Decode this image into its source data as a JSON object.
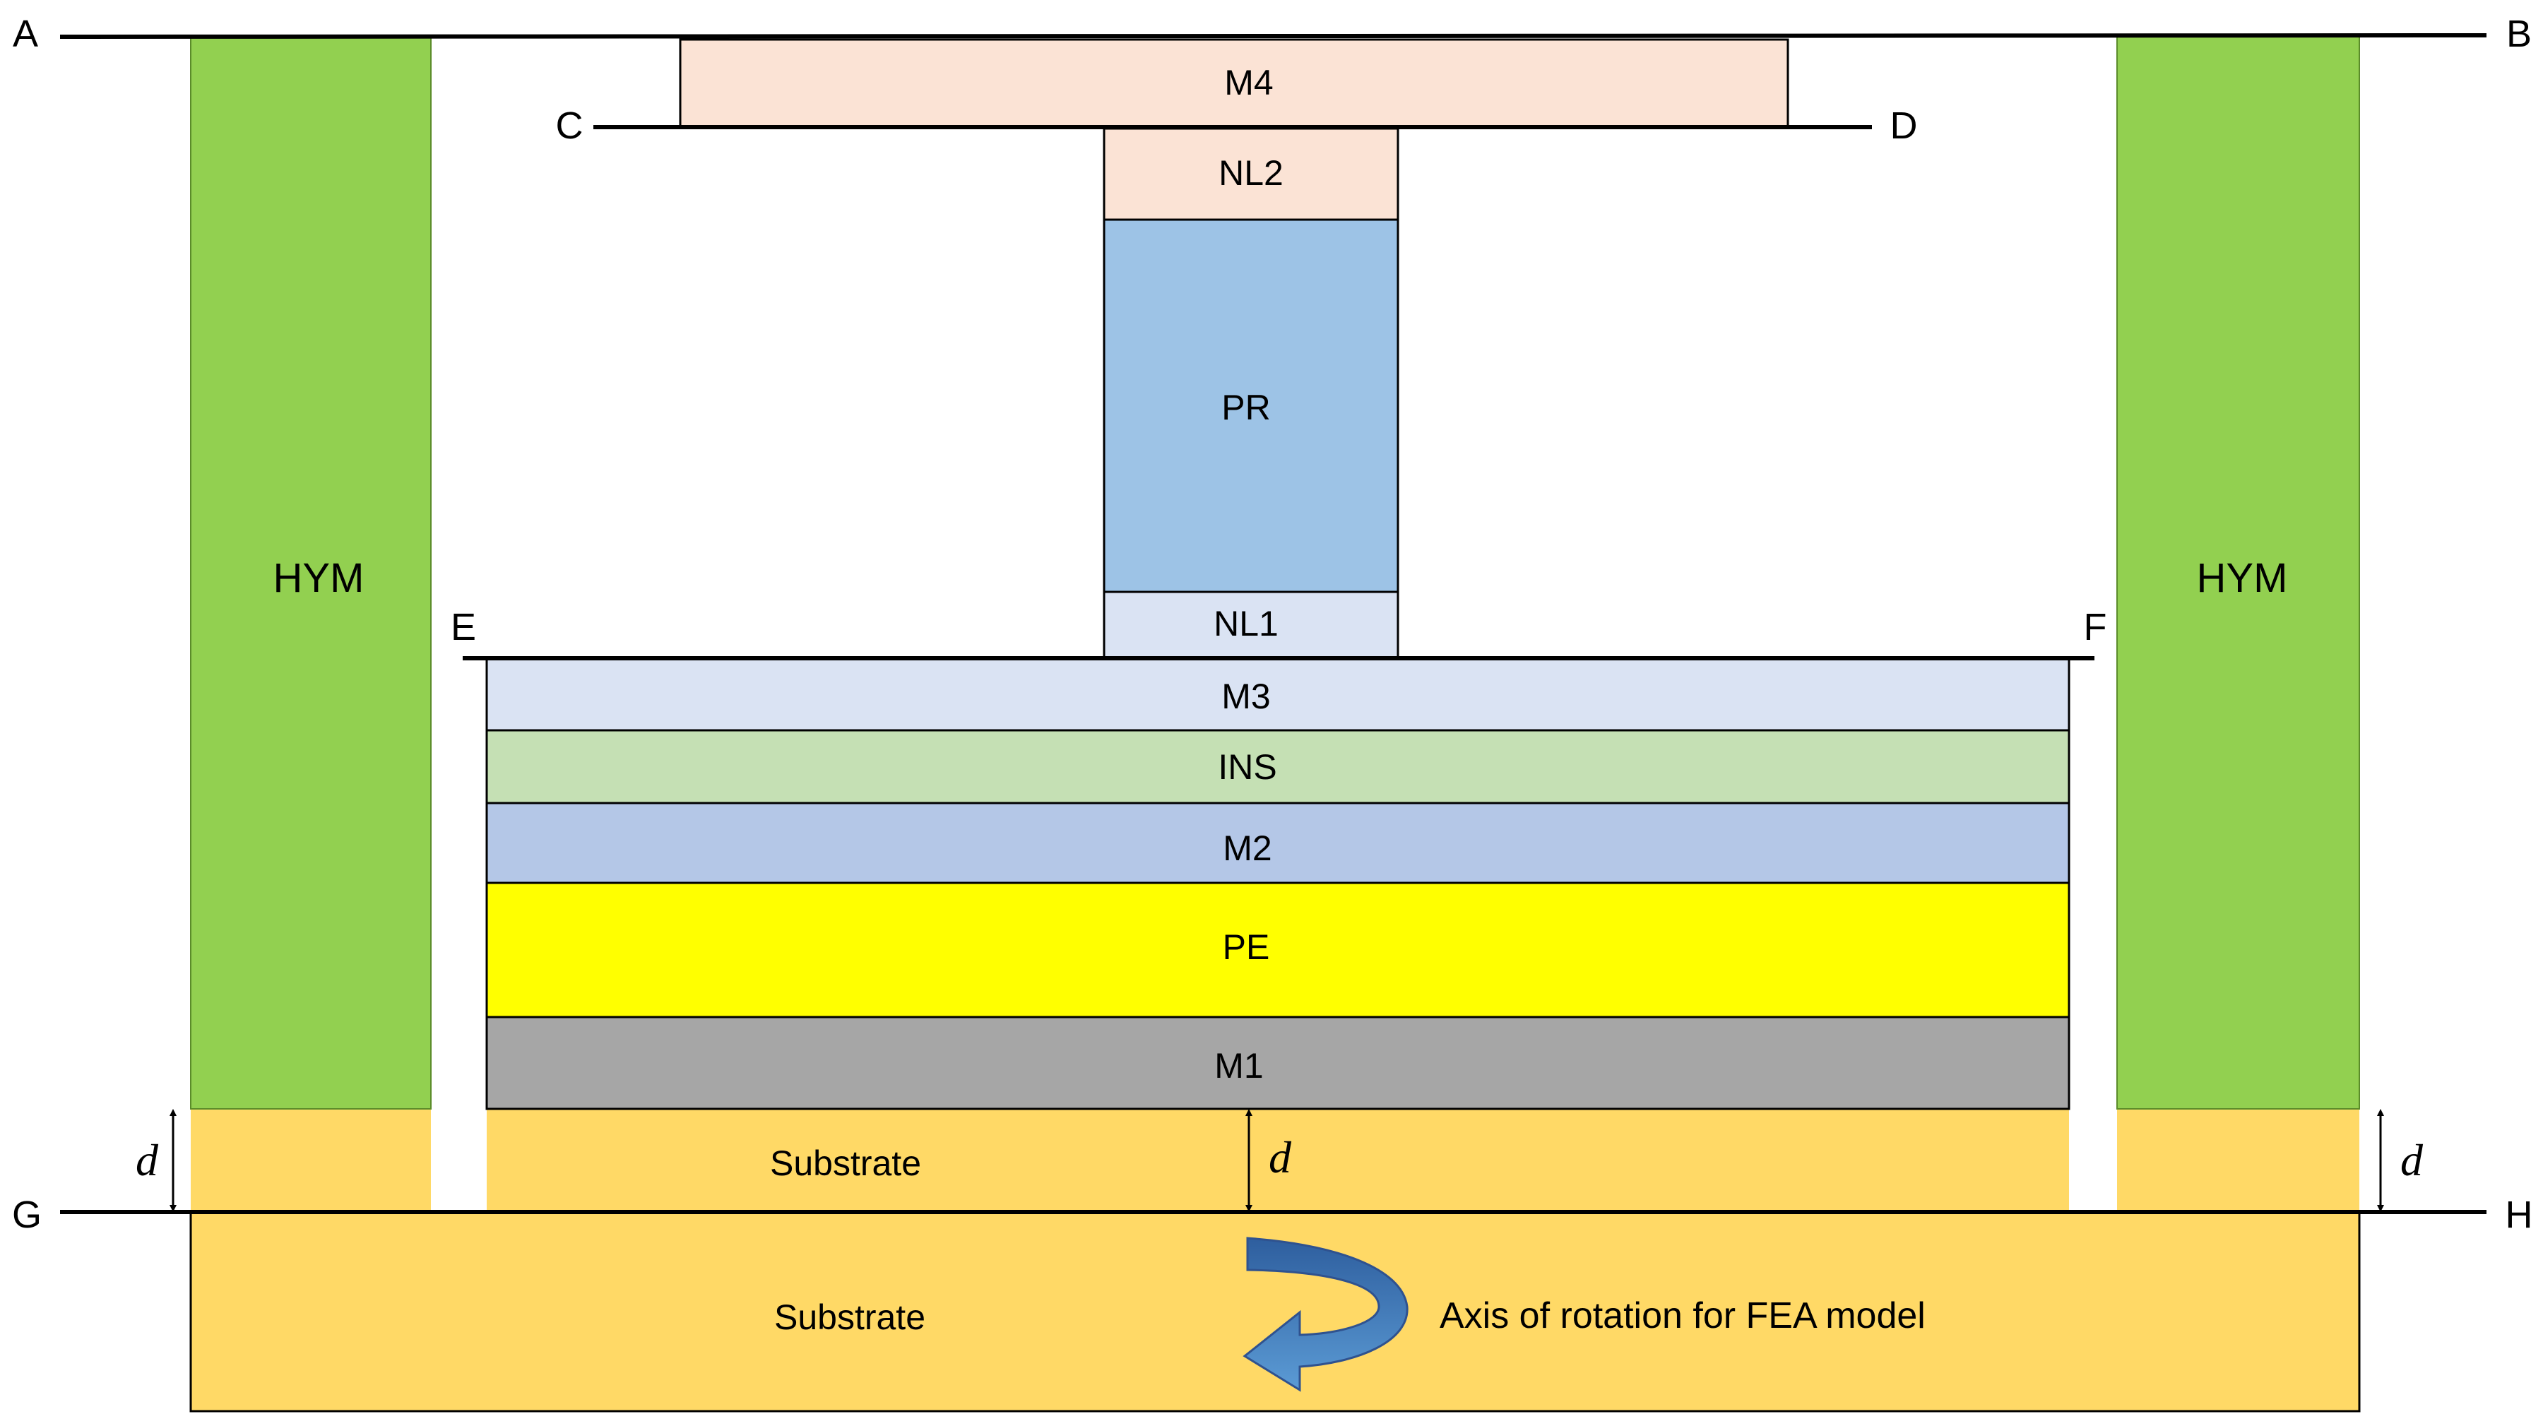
{
  "diagram": {
    "layers": {
      "m4": {
        "label": "M4",
        "color": "#FBE3D5"
      },
      "nl2": {
        "label": "NL2",
        "color": "#FBE3D5"
      },
      "pr": {
        "label": "PR",
        "color": "#9DC3E6"
      },
      "nl1": {
        "label": "NL1",
        "color": "#DAE3F3"
      },
      "m3": {
        "label": "M3",
        "color": "#DAE3F3"
      },
      "ins": {
        "label": "INS",
        "color": "#C5E0B4"
      },
      "m2": {
        "label": "M2",
        "color": "#B4C7E7"
      },
      "pe": {
        "label": "PE",
        "color": "#FFFF00"
      },
      "m1": {
        "label": "M1",
        "color": "#A6A6A6"
      }
    },
    "hym": {
      "left_label": "HYM",
      "right_label": "HYM",
      "color": "#92D050"
    },
    "substrate": {
      "upper_label": "Substrate",
      "lower_label": "Substrate",
      "color": "#FFD966"
    },
    "points": {
      "a": "A",
      "b": "B",
      "c": "C",
      "d": "D",
      "e": "E",
      "f": "F",
      "g": "G",
      "h": "H"
    },
    "dimension": {
      "left": "d",
      "center": "d",
      "right": "d"
    },
    "rotation": {
      "label": "Axis of rotation for FEA model",
      "arrow_color": "#4472C4"
    }
  }
}
